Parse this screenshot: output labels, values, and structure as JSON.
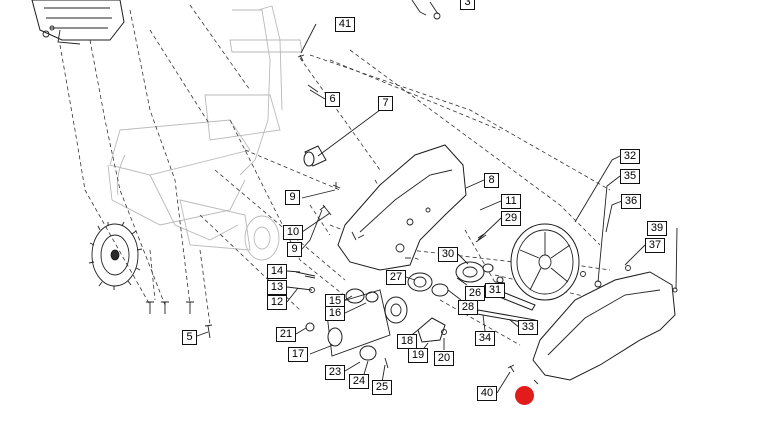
{
  "diagram": {
    "type": "exploded-parts-view",
    "colors": {
      "line": "#222222",
      "ghost": "#b9b9b9",
      "hotspot": "#e21b1b",
      "label_border": "#111111"
    },
    "callouts": [
      {
        "id": "41",
        "label": "41"
      },
      {
        "id": "3",
        "label": "3"
      },
      {
        "id": "6",
        "label": "6"
      },
      {
        "id": "7",
        "label": "7"
      },
      {
        "id": "8",
        "label": "8"
      },
      {
        "id": "9a",
        "label": "9"
      },
      {
        "id": "9b",
        "label": "9"
      },
      {
        "id": "10",
        "label": "10"
      },
      {
        "id": "11",
        "label": "11"
      },
      {
        "id": "29",
        "label": "29"
      },
      {
        "id": "30",
        "label": "30"
      },
      {
        "id": "32",
        "label": "32"
      },
      {
        "id": "35",
        "label": "35"
      },
      {
        "id": "36",
        "label": "36"
      },
      {
        "id": "39",
        "label": "39"
      },
      {
        "id": "37",
        "label": "37"
      },
      {
        "id": "14",
        "label": "14"
      },
      {
        "id": "13",
        "label": "13"
      },
      {
        "id": "12",
        "label": "12"
      },
      {
        "id": "27",
        "label": "27"
      },
      {
        "id": "26",
        "label": "26"
      },
      {
        "id": "31",
        "label": "31"
      },
      {
        "id": "28",
        "label": "28"
      },
      {
        "id": "15",
        "label": "15"
      },
      {
        "id": "16",
        "label": "16"
      },
      {
        "id": "5",
        "label": "5"
      },
      {
        "id": "21",
        "label": "21"
      },
      {
        "id": "33",
        "label": "33"
      },
      {
        "id": "34",
        "label": "34"
      },
      {
        "id": "18",
        "label": "18"
      },
      {
        "id": "17",
        "label": "17"
      },
      {
        "id": "19",
        "label": "19"
      },
      {
        "id": "20",
        "label": "20"
      },
      {
        "id": "23",
        "label": "23"
      },
      {
        "id": "24",
        "label": "24"
      },
      {
        "id": "25",
        "label": "25"
      },
      {
        "id": "40",
        "label": "40"
      }
    ]
  }
}
